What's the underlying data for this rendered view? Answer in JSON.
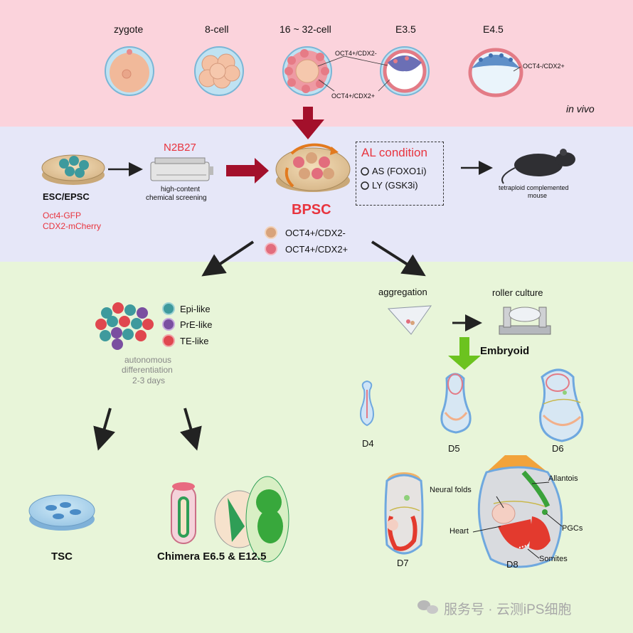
{
  "top": {
    "stages": [
      "zygote",
      "8-cell",
      "16 ~ 32-cell",
      "E3.5",
      "E4.5"
    ],
    "marker_a": "OCT4+/CDX2-",
    "marker_b": "OCT4+/CDX2+",
    "marker_c": "OCT4-/CDX2+",
    "in_vivo": "in vivo"
  },
  "mid": {
    "esc_label": "ESC/EPSC",
    "reporter_1": "Oct4-GFP",
    "reporter_2": "CDX2-mCherry",
    "medium": "N2B27",
    "screening_1": "high-content",
    "screening_2": "chemical screening",
    "condition_title": "AL condition",
    "condition_1": "AS (FOXO1i)",
    "condition_2": "LY (GSK3i)",
    "mouse_1": "tetraploid complemented",
    "mouse_2": "mouse",
    "bpsc": "BPSC",
    "legend_1": "OCT4+/CDX2-",
    "legend_2": "OCT4+/CDX2+"
  },
  "left": {
    "legend_epi": "Epi-like",
    "legend_pre": "PrE-like",
    "legend_te": "TE-like",
    "diff_1": "autonomous",
    "diff_2": "differentiation",
    "diff_3": "2-3 days",
    "tsc": "TSC",
    "chimera": "Chimera E6.5 & E12.5"
  },
  "right": {
    "aggregation": "aggregation",
    "roller": "roller culture",
    "embryoid": "Embryoid",
    "d4": "D4",
    "d5": "D5",
    "d6": "D6",
    "d7": "D7",
    "d8": "D8",
    "neural_folds": "Neural folds",
    "heart": "Heart",
    "allantois": "Allantois",
    "pgcs": "PGCs",
    "somites": "Somites"
  },
  "watermark": "服务号 · 云测iPS细胞",
  "colors": {
    "top_band": "#fbd3dc",
    "mid_band": "#e6e7f8",
    "bottom_band": "#e8f5d9",
    "accent_red": "#e8343e",
    "arrow_dark_red": "#a3102b",
    "arrow_green": "#6cc31f",
    "cell_orange": "#d8a37b",
    "cell_pink": "#e26d7d",
    "cell_teal": "#3e9a9d",
    "cell_purple": "#7a4fa0",
    "cell_red": "#e0474f"
  }
}
